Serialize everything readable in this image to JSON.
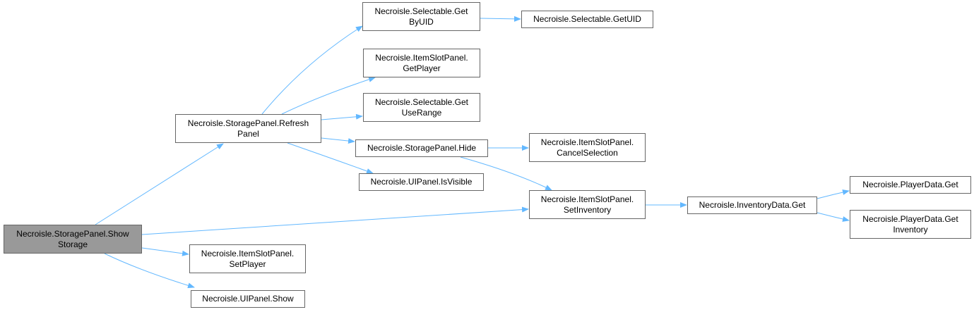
{
  "colors": {
    "edge": "#63b8ff",
    "node_border": "#666666",
    "root_fill": "#999999",
    "node_fill": "#ffffff"
  },
  "nodes": {
    "show_storage": [
      "Necroisle.StoragePanel.Show",
      "Storage"
    ],
    "refresh_panel": [
      "Necroisle.StoragePanel.Refresh",
      "Panel"
    ],
    "set_player": [
      "Necroisle.ItemSlotPanel.",
      "SetPlayer"
    ],
    "uipanel_show": [
      "Necroisle.UIPanel.Show"
    ],
    "get_by_uid": [
      "Necroisle.Selectable.Get",
      "ByUID"
    ],
    "get_uid": [
      "Necroisle.Selectable.GetUID"
    ],
    "get_player": [
      "Necroisle.ItemSlotPanel.",
      "GetPlayer"
    ],
    "get_use_range": [
      "Necroisle.Selectable.Get",
      "UseRange"
    ],
    "hide": [
      "Necroisle.StoragePanel.Hide"
    ],
    "cancel_selection": [
      "Necroisle.ItemSlotPanel.",
      "CancelSelection"
    ],
    "is_visible": [
      "Necroisle.UIPanel.IsVisible"
    ],
    "set_inventory": [
      "Necroisle.ItemSlotPanel.",
      "SetInventory"
    ],
    "inventory_get": [
      "Necroisle.InventoryData.Get"
    ],
    "playerdata_get": [
      "Necroisle.PlayerData.Get"
    ],
    "playerdata_get_inventory": [
      "Necroisle.PlayerData.Get",
      "Inventory"
    ]
  },
  "edges": [
    [
      "show_storage",
      "refresh_panel"
    ],
    [
      "show_storage",
      "set_inventory"
    ],
    [
      "show_storage",
      "set_player"
    ],
    [
      "show_storage",
      "uipanel_show"
    ],
    [
      "refresh_panel",
      "get_by_uid"
    ],
    [
      "refresh_panel",
      "get_player"
    ],
    [
      "refresh_panel",
      "get_use_range"
    ],
    [
      "refresh_panel",
      "hide"
    ],
    [
      "refresh_panel",
      "is_visible"
    ],
    [
      "get_by_uid",
      "get_uid"
    ],
    [
      "hide",
      "cancel_selection"
    ],
    [
      "hide",
      "set_inventory"
    ],
    [
      "set_inventory",
      "inventory_get"
    ],
    [
      "inventory_get",
      "playerdata_get"
    ],
    [
      "inventory_get",
      "playerdata_get_inventory"
    ]
  ]
}
